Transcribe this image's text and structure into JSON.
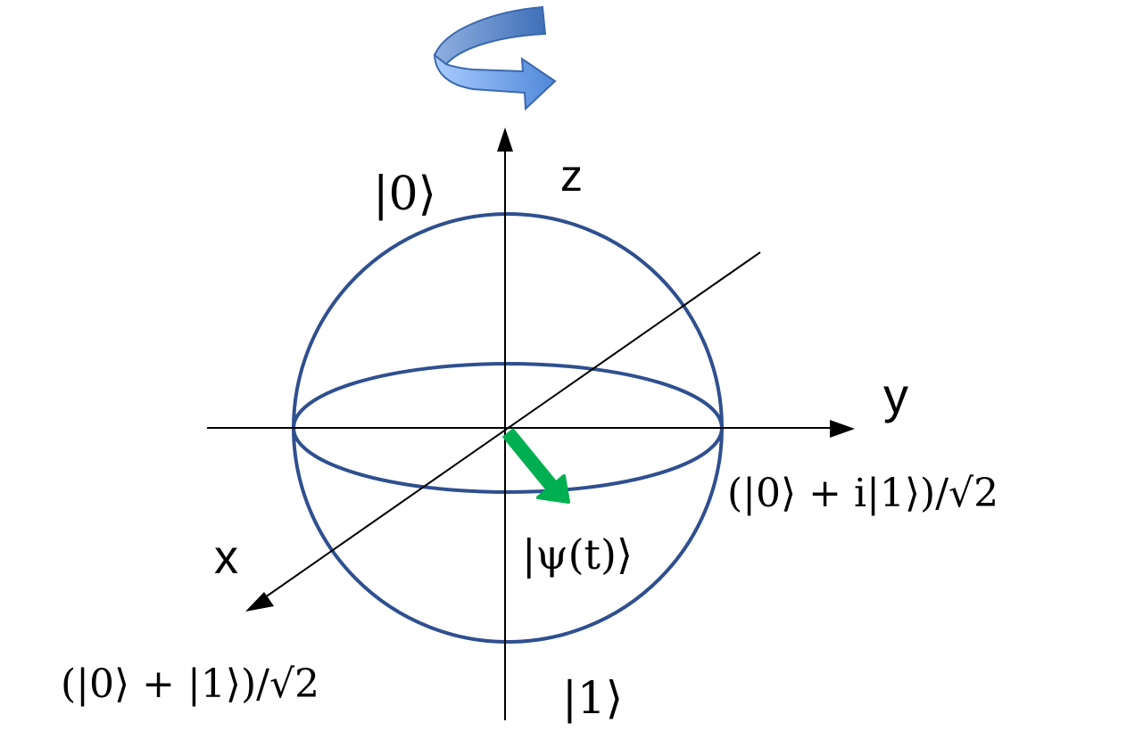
{
  "labels": {
    "ket0": "|0⟩",
    "ket1": "|1⟩",
    "z_axis": "z",
    "y_axis": "y",
    "x_axis": "x",
    "y_state": "(|0⟩ + i|1⟩)/√2",
    "x_state": "(|0⟩ + |1⟩)/√2",
    "psi": "|ψ(t)⟩"
  },
  "colors": {
    "sphere": "#2f4f8f",
    "state_vector": "#00b050",
    "rotation_arrow": "#5b8fd6",
    "axes": "#000000"
  },
  "icons": {
    "rotation": "curved-rotation-arrow-icon"
  }
}
